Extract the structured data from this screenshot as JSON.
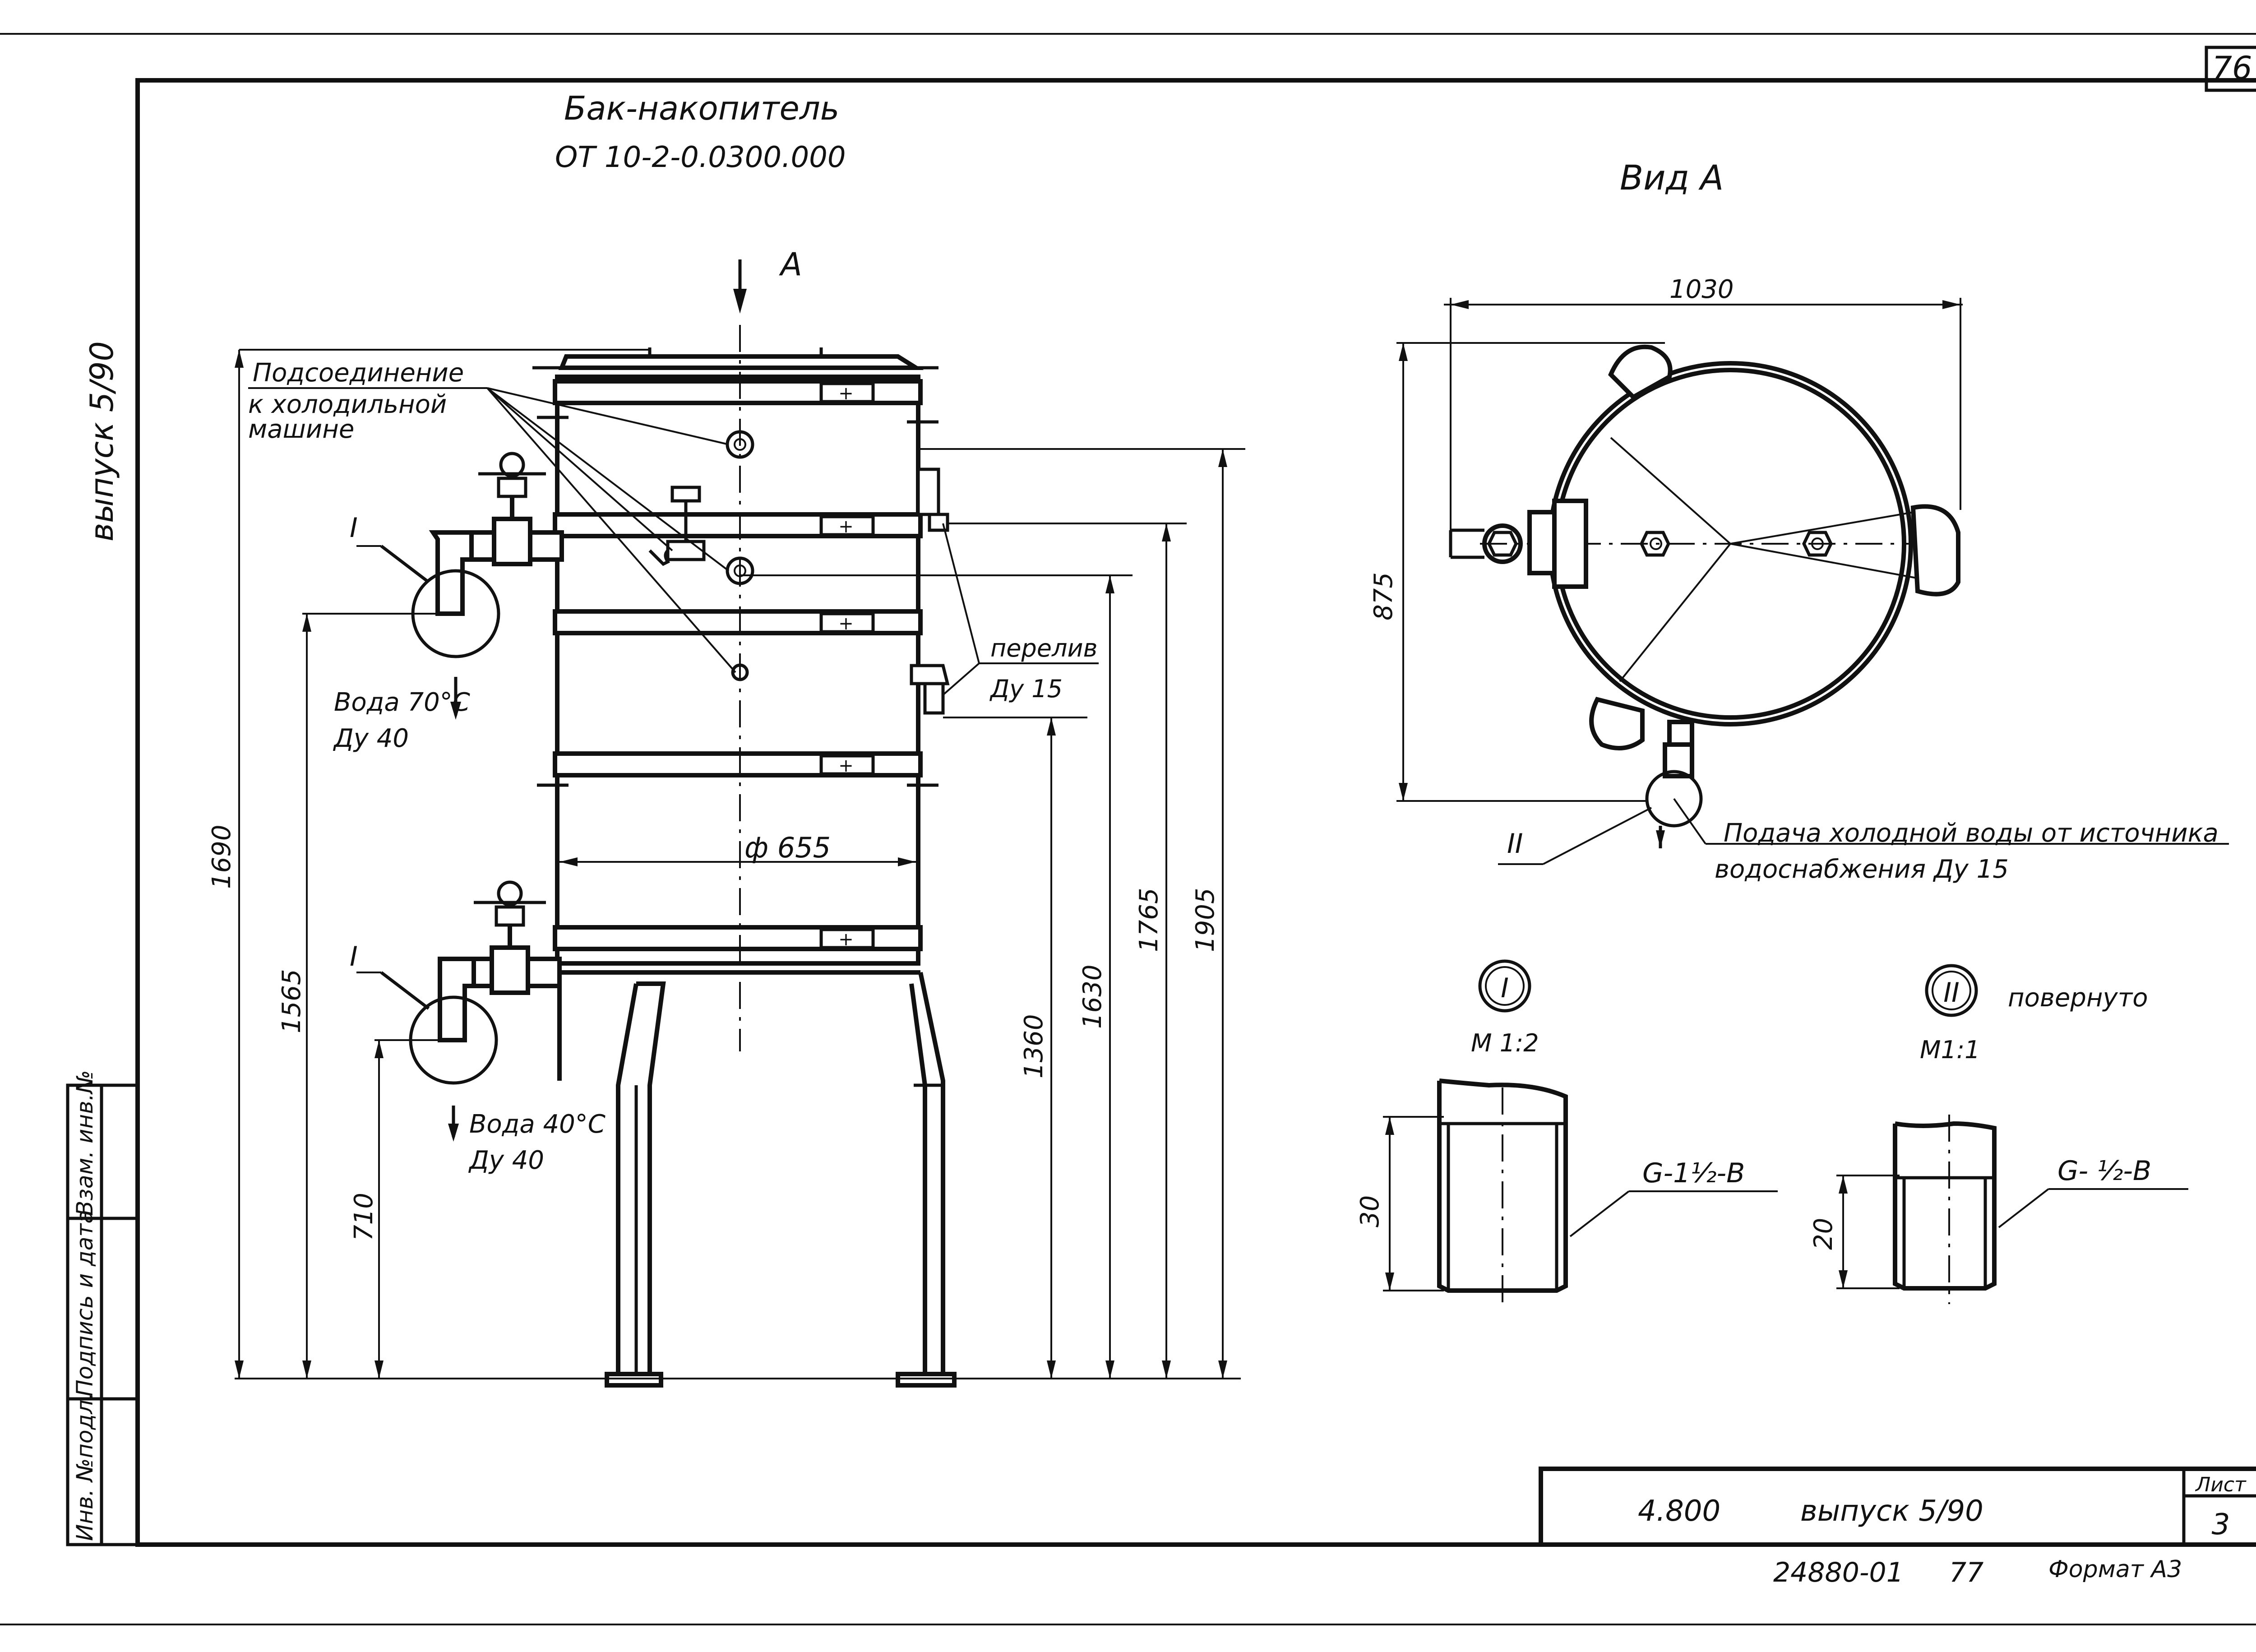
{
  "sheet": {
    "page_number": "76",
    "left_margin": "выпуск 5/90",
    "stamp_columns": [
      "Инв. №подл.",
      "Подпись и дата",
      "Взам. инв.№"
    ]
  },
  "main_view": {
    "title": "Бак-накопитель",
    "subtitle": "ОТ 10-2-0.0300.000",
    "arrow_label": "А",
    "connection_label_line1": "Подсоединение",
    "connection_label_line2": "к холодильной",
    "connection_label_line3": "машине",
    "detail_mark_upper": "I",
    "detail_mark_lower": "I",
    "water_hot_label": "Вода 70°С",
    "water_hot_du": "Ду 40",
    "water_warm_label": "Вода 40°С",
    "water_warm_du": "Ду 40",
    "overflow_label": "перелив",
    "overflow_du": "Ду 15",
    "diameter_label": "ф 655",
    "dim_1690": "1690",
    "dim_1565": "1565",
    "dim_710": "710",
    "dim_1360": "1360",
    "dim_1630": "1630",
    "dim_1765": "1765",
    "dim_1905": "1905"
  },
  "view_a": {
    "title": "Вид А",
    "width_dim": "1030",
    "height_dim": "875",
    "detail_mark": "II",
    "supply_label_line1": "Подача холодной воды от источника",
    "supply_label_line2": "водоснабжения  Ду 15"
  },
  "detail_1": {
    "mark": "I",
    "scale": "М 1:2",
    "thread": "G-1½-В",
    "dim": "30"
  },
  "detail_2": {
    "mark": "II",
    "note": "повернуто",
    "scale": "М1:1",
    "thread": "G- ½-В",
    "dim": "20"
  },
  "title_block": {
    "code": "4.800",
    "series": "выпуск 5/90",
    "sheet_label": "Лист",
    "sheet_number": "3"
  },
  "footer": {
    "doc_number": "24880-01",
    "page": "77",
    "format": "Формат А3"
  }
}
